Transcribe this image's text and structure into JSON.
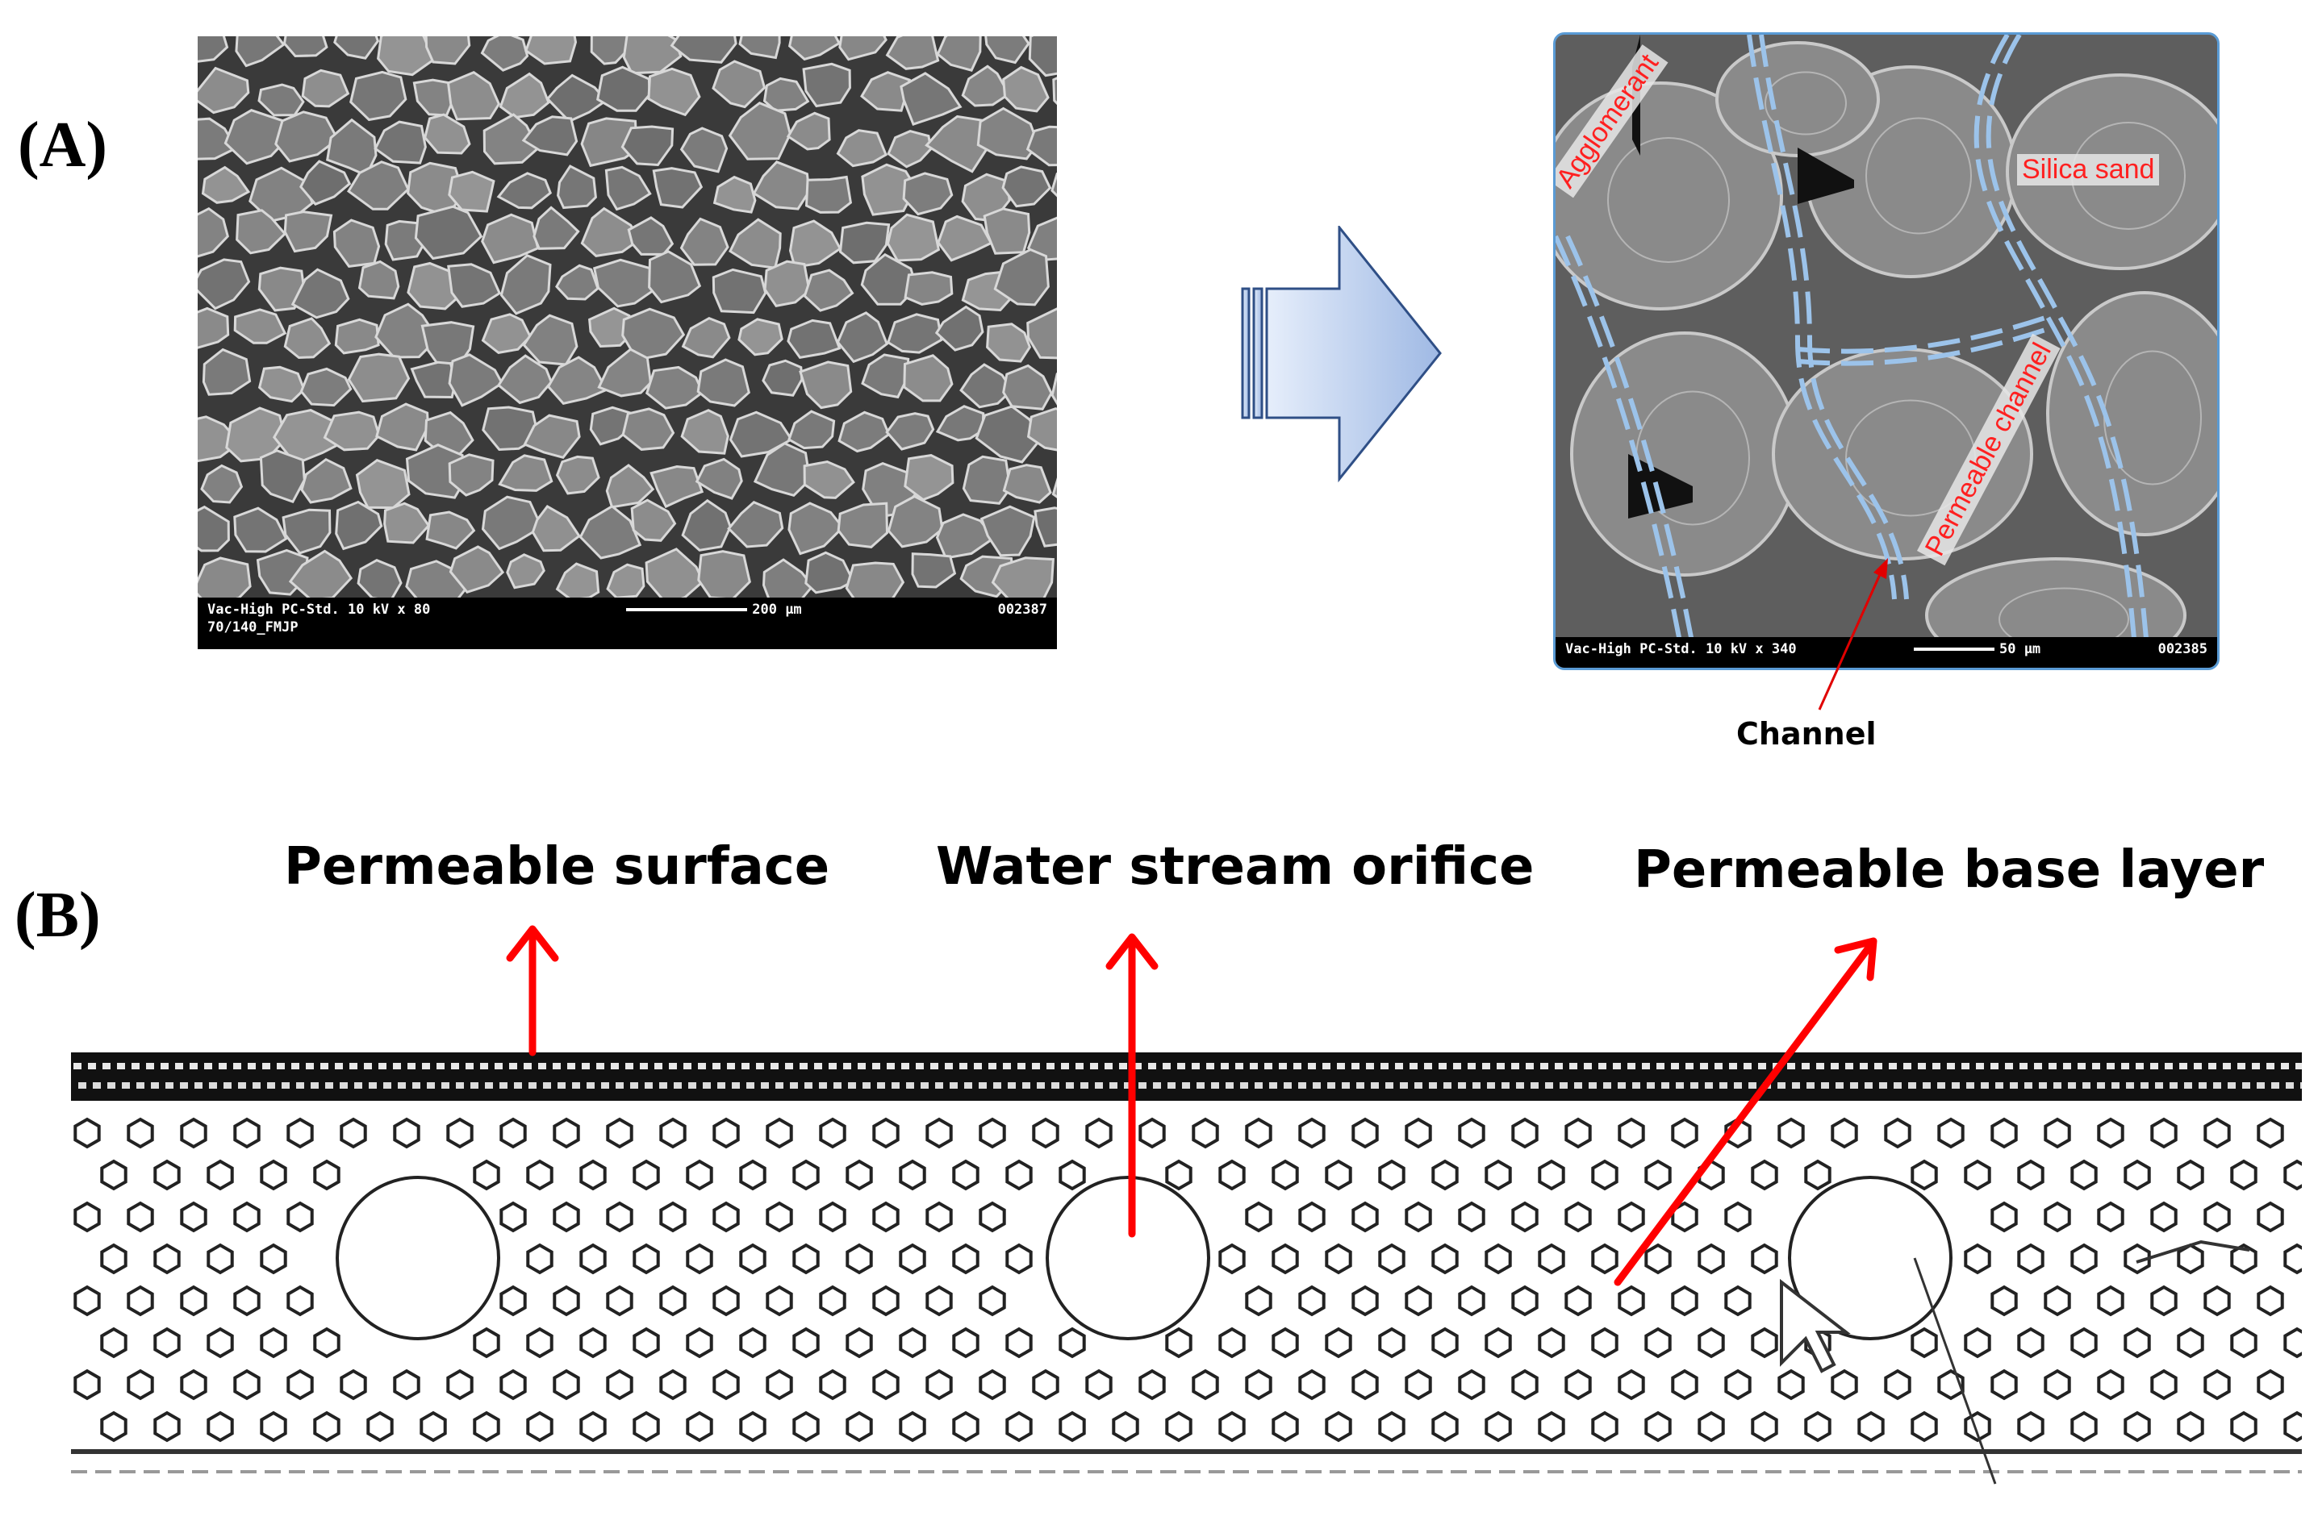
{
  "panel_a": {
    "label": "(A)",
    "left_sem": {
      "line1_left": "Vac-High   PC-Std.   10 kV   x 80",
      "scale_label": "200 μm",
      "code": "002387",
      "line2": "70/140_FMJP"
    },
    "right_sem": {
      "line1_left": "Vac-High   PC-Std.   10 kV   x 340",
      "scale_label": "50 μm",
      "code": "002385",
      "tags": {
        "agglomerant": "Agglomerant",
        "silica_sand": "Silica sand",
        "permeable_channel": "Permeable channel"
      },
      "channel_callout": "Channel"
    },
    "colors": {
      "arrow_fill": "#bcd0ee",
      "channel_dash": "#9cc3ea",
      "tag_red": "#ff2020"
    }
  },
  "panel_b": {
    "label": "(B)",
    "callouts": {
      "surface": "Permeable surface",
      "orifice": "Water stream orifice",
      "base": "Permeable base layer"
    },
    "colors": {
      "arrow_red": "#ff0000"
    }
  }
}
